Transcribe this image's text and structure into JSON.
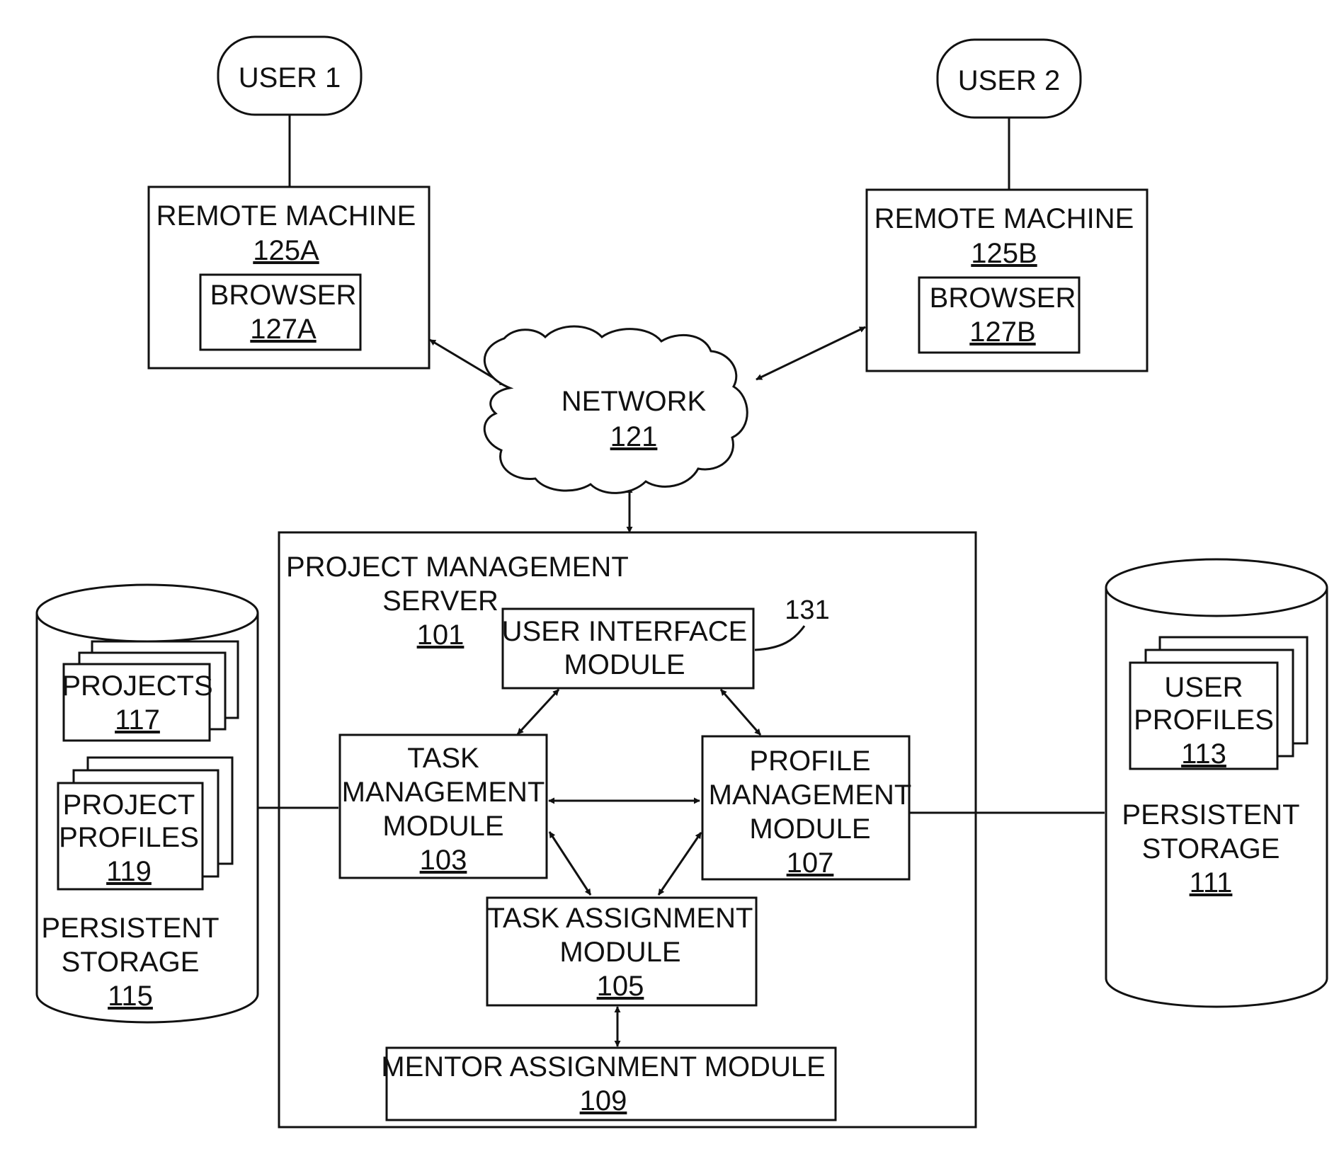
{
  "users": {
    "user1": "USER 1",
    "user2": "USER 2"
  },
  "remote_machine_a": {
    "title": "REMOTE MACHINE",
    "ref": "125A",
    "browser_title": "BROWSER",
    "browser_ref": "127A"
  },
  "remote_machine_b": {
    "title": "REMOTE MACHINE",
    "ref": "125B",
    "browser_title": "BROWSER",
    "browser_ref": "127B"
  },
  "network": {
    "title": "NETWORK",
    "ref": "121"
  },
  "server": {
    "title_line1": "PROJECT MANAGEMENT",
    "title_line2": "SERVER",
    "ref": "101"
  },
  "ui_module": {
    "line1": "USER INTERFACE",
    "line2": "MODULE",
    "callout": "131"
  },
  "task_mgmt": {
    "line1": "TASK",
    "line2": "MANAGEMENT",
    "line3": "MODULE",
    "ref": "103"
  },
  "profile_mgmt": {
    "line1": "PROFILE",
    "line2": "MANAGEMENT",
    "line3": "MODULE",
    "ref": "107"
  },
  "task_assign": {
    "line1": "TASK ASSIGNMENT",
    "line2": "MODULE",
    "ref": "105"
  },
  "mentor_assign": {
    "line1": "MENTOR ASSIGNMENT MODULE",
    "ref": "109"
  },
  "storage_left": {
    "projects": {
      "title": "PROJECTS",
      "ref": "117"
    },
    "project_profiles": {
      "line1": "PROJECT",
      "line2": "PROFILES",
      "ref": "119"
    },
    "line1": "PERSISTENT",
    "line2": "STORAGE",
    "ref": "115"
  },
  "storage_right": {
    "user_profiles": {
      "line1": "USER",
      "line2": "PROFILES",
      "ref": "113"
    },
    "line1": "PERSISTENT",
    "line2": "STORAGE",
    "ref": "111"
  }
}
